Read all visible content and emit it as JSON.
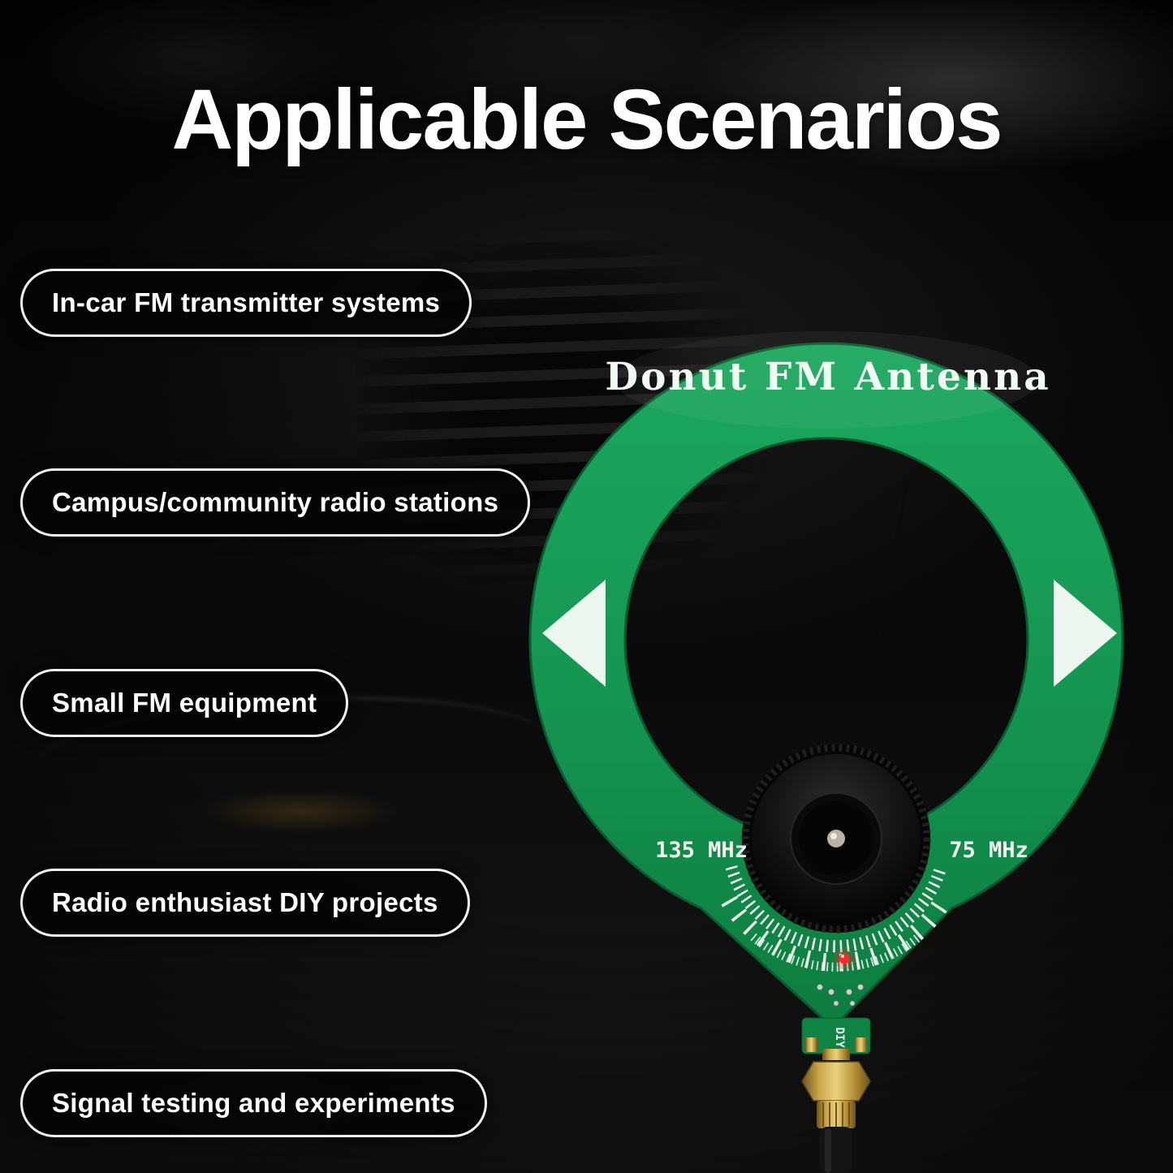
{
  "title": "Applicable Scenarios",
  "scenarios": [
    {
      "label": "In-car FM transmitter systems"
    },
    {
      "label": "Campus/community radio stations"
    },
    {
      "label": "Small FM equipment"
    },
    {
      "label": "Radio enthusiast DIY projects"
    },
    {
      "label": "Signal testing and experiments"
    }
  ],
  "antenna": {
    "name": "Donut FM Antenna",
    "freq_left_label": "135 MHz",
    "freq_right_label": "75 MHz",
    "pcb_marking": "DIY"
  },
  "colors": {
    "pcb_green": "#149450",
    "pcb_green_dark": "#0d7c3f",
    "marker_white": "#ecf5ee",
    "led_red": "#ff2b2b",
    "connector_gold": "#caa64b",
    "background_black": "#070707",
    "text_white": "#ffffff"
  }
}
